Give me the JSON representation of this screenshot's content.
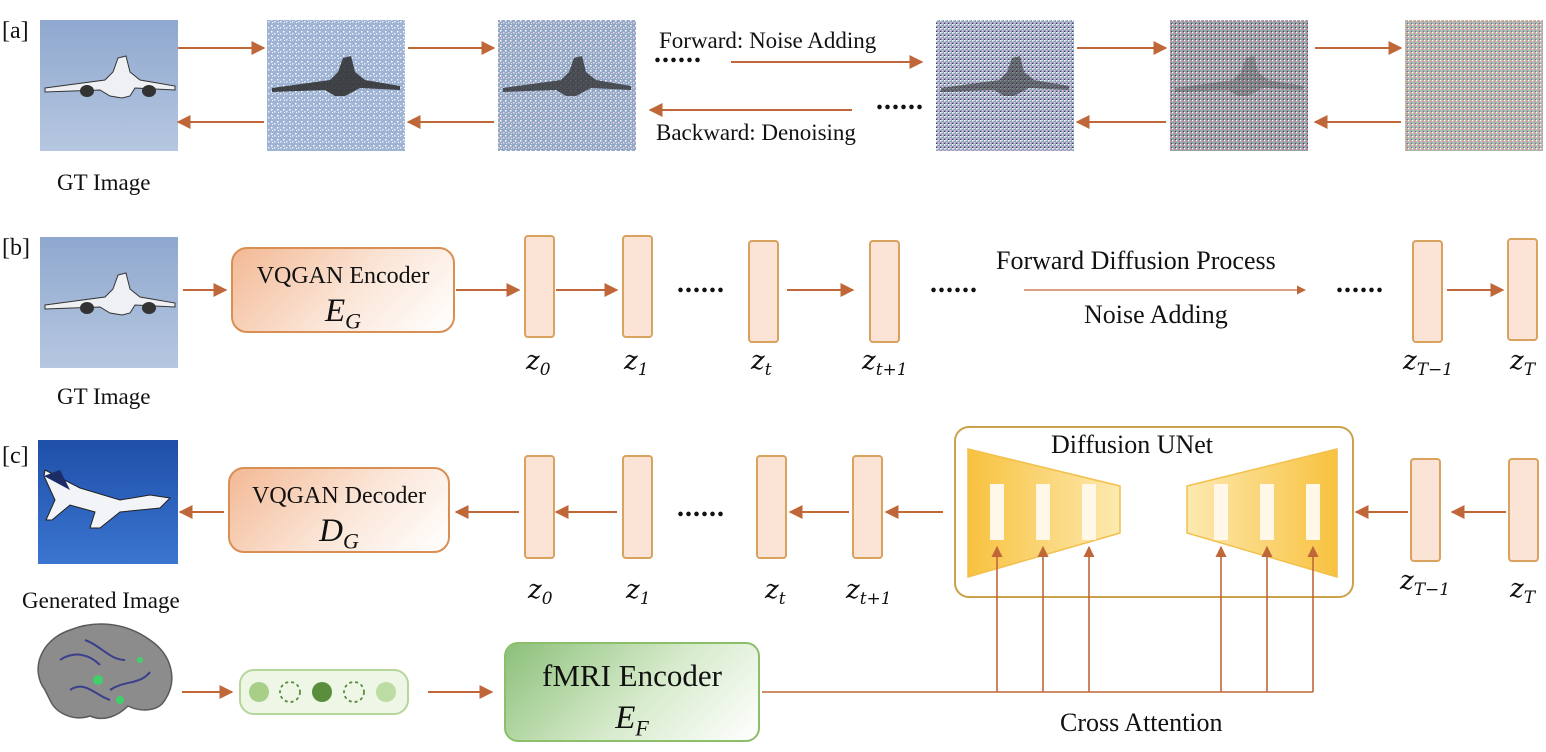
{
  "panels": {
    "a": {
      "tag": "[a]",
      "gt_label": "GT Image",
      "forward_label": "Forward: Noise Adding",
      "backward_label": "Backward:  Denoising",
      "ellipsis": "......"
    },
    "b": {
      "tag": "[b]",
      "gt_label": "GT Image",
      "encoder_title": "VQGAN  Encoder",
      "encoder_symbol": "E",
      "encoder_sub": "G",
      "process_label": "Forward Diffusion Process",
      "noise_label": "Noise Adding",
      "ellipsis": "......",
      "latents": [
        {
          "base": "z",
          "sub": "0"
        },
        {
          "base": "z",
          "sub": "1"
        },
        {
          "base": "z",
          "sub": "t"
        },
        {
          "base": "z",
          "sub": "t+1"
        },
        {
          "base": "z",
          "sub": "T−1"
        },
        {
          "base": "z",
          "sub": "T"
        }
      ]
    },
    "c": {
      "tag": "[c]",
      "generated_label": "Generated Image",
      "decoder_title": "VQGAN  Decoder",
      "decoder_symbol": "D",
      "decoder_sub": "G",
      "unet_label": "Diffusion UNet",
      "ellipsis": "......",
      "latents": [
        {
          "base": "z",
          "sub": "0"
        },
        {
          "base": "z",
          "sub": "1"
        },
        {
          "base": "z",
          "sub": "t"
        },
        {
          "base": "z",
          "sub": "t+1"
        },
        {
          "base": "z",
          "sub": "T−1"
        },
        {
          "base": "z",
          "sub": "T"
        }
      ]
    },
    "fmri": {
      "encoder_title": "fMRI  Encoder",
      "encoder_symbol": "E",
      "encoder_sub": "F",
      "cross_attention_label": "Cross Attention"
    }
  },
  "colors": {
    "arrow": "#c0673a",
    "latent_fill": "#fbe3d6",
    "latent_stroke": "#d9a25e",
    "unet_stroke": "#c9a24a",
    "unet_fill": "#fbd571",
    "fmri_green": "#5a8d3c"
  }
}
